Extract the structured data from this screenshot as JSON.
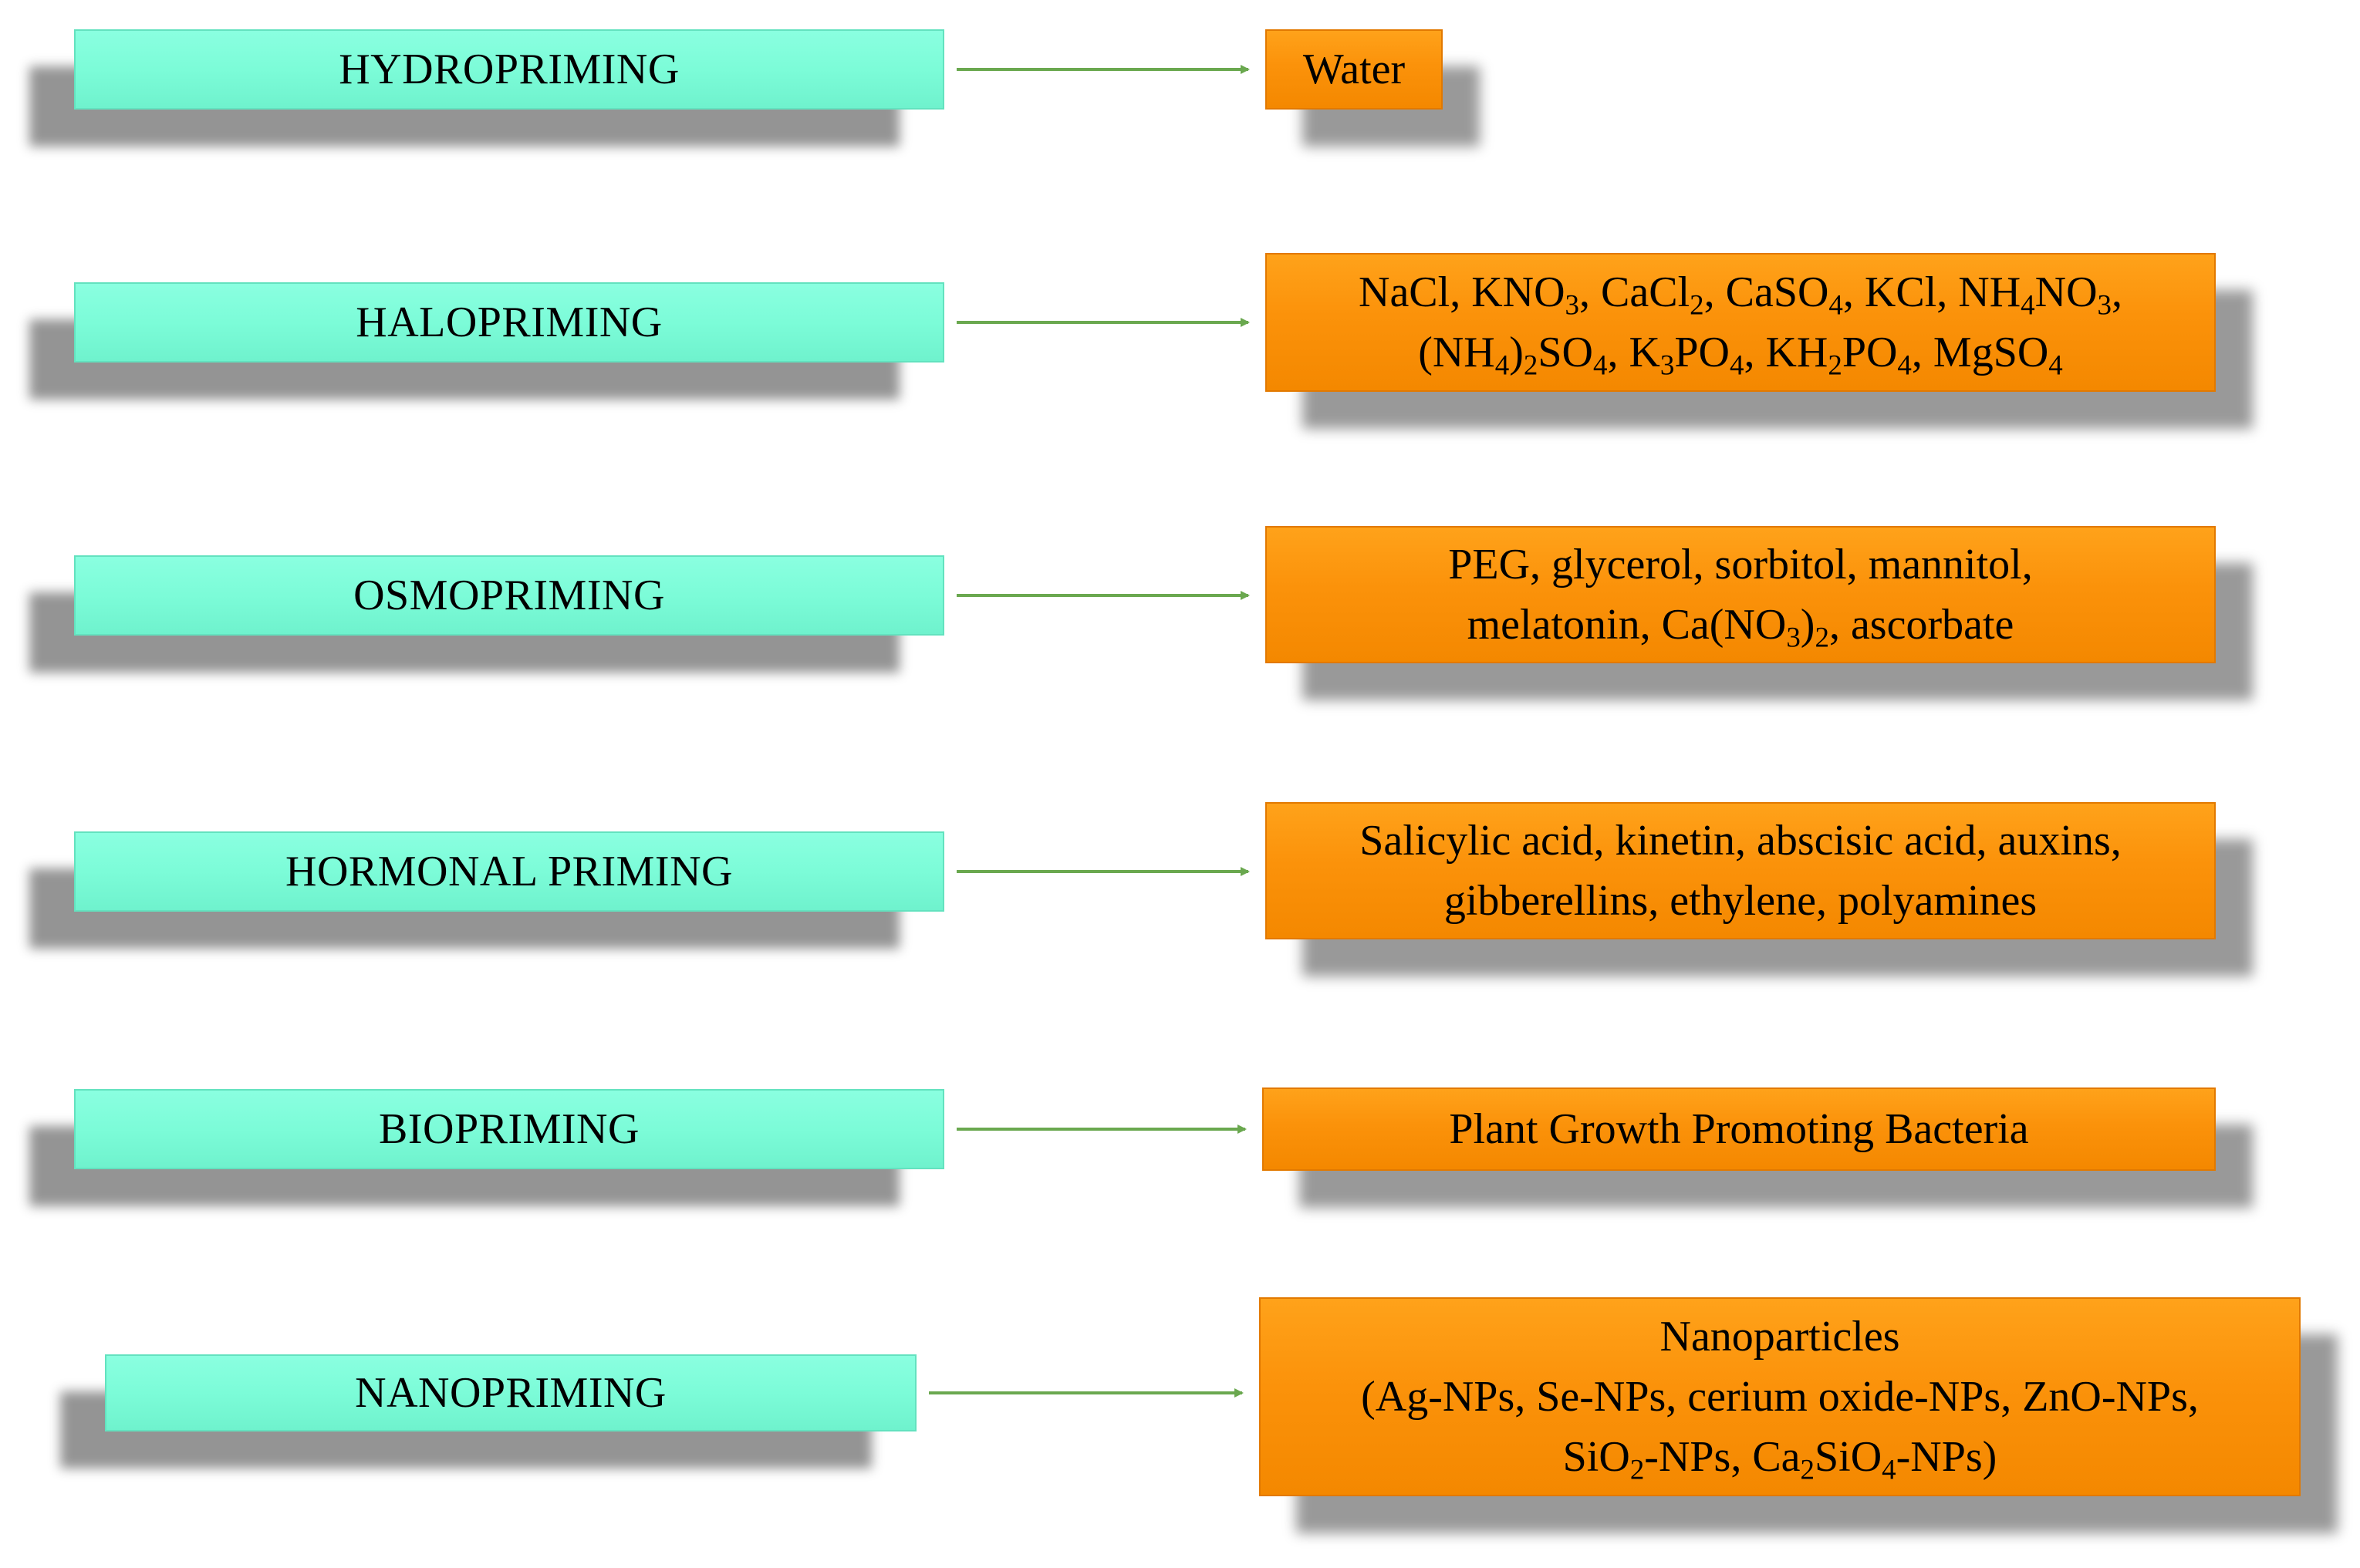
{
  "colors": {
    "technique_box": "#7cfcd8",
    "agent_box": "#fb920a",
    "arrow": "#6aa84f"
  },
  "rows": [
    {
      "technique": "HYDROPRIMING",
      "agents": [
        [
          {
            "t": "Water"
          }
        ]
      ]
    },
    {
      "technique": "HALOPRIMING",
      "agents": [
        [
          {
            "t": "NaCl, KNO"
          },
          {
            "s": "3"
          },
          {
            "t": ", CaCl"
          },
          {
            "s": "2"
          },
          {
            "t": ", CaSO"
          },
          {
            "s": "4"
          },
          {
            "t": ", KCl, NH"
          },
          {
            "s": "4"
          },
          {
            "t": "NO"
          },
          {
            "s": "3"
          },
          {
            "t": ","
          }
        ],
        [
          {
            "t": "(NH"
          },
          {
            "s": "4"
          },
          {
            "t": ")"
          },
          {
            "s": "2"
          },
          {
            "t": "SO"
          },
          {
            "s": "4"
          },
          {
            "t": ", K"
          },
          {
            "s": "3"
          },
          {
            "t": "PO"
          },
          {
            "s": "4"
          },
          {
            "t": ", KH"
          },
          {
            "s": "2"
          },
          {
            "t": "PO"
          },
          {
            "s": "4"
          },
          {
            "t": ", MgSO"
          },
          {
            "s": "4"
          }
        ]
      ]
    },
    {
      "technique": "OSMOPRIMING",
      "agents": [
        [
          {
            "t": "PEG, glycerol, sorbitol, mannitol,"
          }
        ],
        [
          {
            "t": "melatonin, Ca(NO"
          },
          {
            "s": "3"
          },
          {
            "t": ")"
          },
          {
            "s": "2"
          },
          {
            "t": ", ascorbate"
          }
        ]
      ]
    },
    {
      "technique": "HORMONAL PRIMING",
      "agents": [
        [
          {
            "t": "Salicylic acid, kinetin, abscisic acid, auxins,"
          }
        ],
        [
          {
            "t": "gibberellins, ethylene, polyamines"
          }
        ]
      ]
    },
    {
      "technique": "BIOPRIMING",
      "agents": [
        [
          {
            "t": "Plant Growth Promoting Bacteria"
          }
        ]
      ]
    },
    {
      "technique": "NANOPRIMING",
      "agents": [
        [
          {
            "t": "Nanoparticles"
          }
        ],
        [
          {
            "t": "(Ag-NPs, Se-NPs, cerium oxide-NPs, ZnO-NPs,"
          }
        ],
        [
          {
            "t": "SiO"
          },
          {
            "s": "2"
          },
          {
            "t": "-NPs, Ca"
          },
          {
            "s": "2"
          },
          {
            "t": "SiO"
          },
          {
            "s": "4"
          },
          {
            "t": "-NPs)"
          }
        ]
      ]
    }
  ]
}
